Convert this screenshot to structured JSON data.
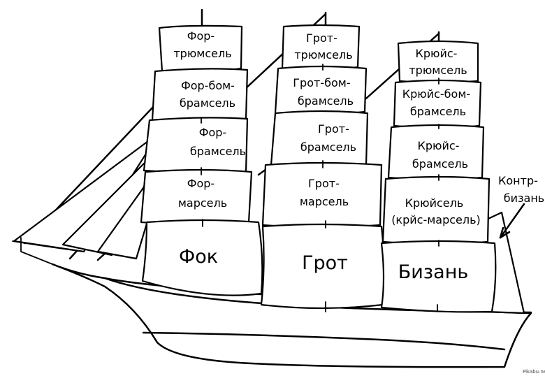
{
  "labels": {
    "fore_royal": [
      "Фор-",
      "трюмсель"
    ],
    "fore_topgallant": [
      "Фор-бом-",
      "брамсель"
    ],
    "fore_topgallant2": [
      "Фор-",
      "брамсель"
    ],
    "fore_topsail": [
      "Фор-",
      "марсель"
    ],
    "foresail": "Фок",
    "main_royal": [
      "Грот-",
      "трюмсель"
    ],
    "main_topgallant": [
      "Грот-бом-",
      "брамсель"
    ],
    "main_topgallant2": [
      "Грот-",
      "брамсель"
    ],
    "main_topsail": [
      "Грот-",
      "марсель"
    ],
    "mainsail": "Грот",
    "mizzen_royal": [
      "Крюйс-",
      "трюмсель"
    ],
    "mizzen_topgallant": [
      "Крюйс-бом-",
      "брамсель"
    ],
    "mizzen_topgallant2": [
      "Крюйс-",
      "брамсель"
    ],
    "mizzen_topsail": [
      "Крюйсель",
      "(крйс-марсель)"
    ],
    "mizzen_course": "Бизань",
    "spanker": [
      "Контр-",
      "бизань"
    ]
  },
  "watermark": "Pikabu.net"
}
